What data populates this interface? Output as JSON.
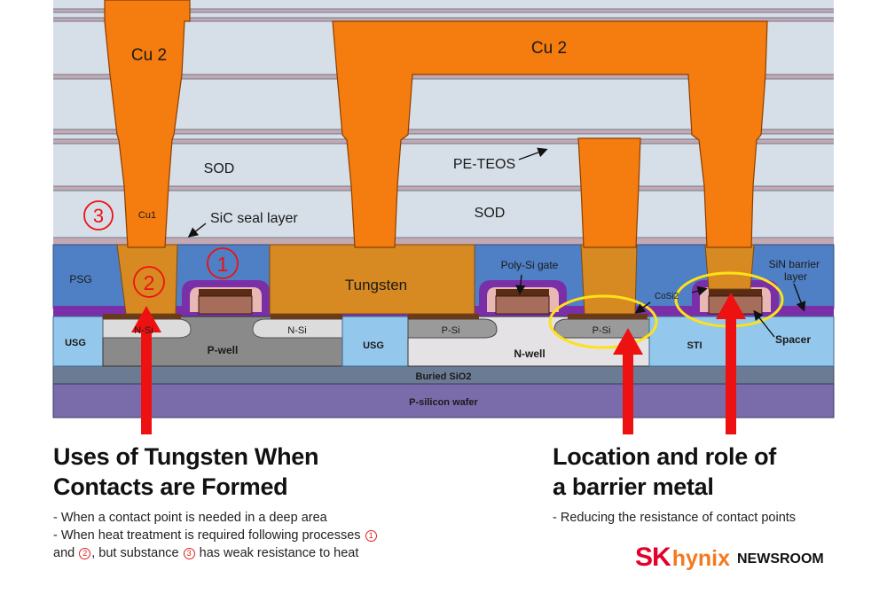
{
  "diagram": {
    "labels": {
      "cu2_left": "Cu 2",
      "cu2_right": "Cu 2",
      "sod_upper": "SOD",
      "sod_lower": "SOD",
      "pe_teos": "PE-TEOS",
      "cu1": "Cu1",
      "sic_seal": "SiC seal layer",
      "psg": "PSG",
      "tungsten": "Tungsten",
      "poly_si_gate": "Poly-Si gate",
      "sin_barrier": "SiN barrier layer",
      "cosi2": "CoSi2",
      "spacer": "Spacer",
      "usg_left": "USG",
      "usg_mid": "USG",
      "sti": "STI",
      "n_si": "N-Si",
      "n_si_left": "N-Si",
      "p_si_left": "P-Si",
      "p_si_right": "P-Si",
      "p_well": "P-well",
      "n_well": "N-well",
      "buried_sio2": "Buried SiO2",
      "p_silicon_wafer": "P-silicon wafer",
      "marker_1": "1",
      "marker_2": "2",
      "marker_3": "3"
    },
    "colors": {
      "copper": "#f57c0f",
      "tungsten": "#d88a22",
      "dielectric": "#d6dfe8",
      "seal_layer": "#c5a9b2",
      "psg": "#4f7fc4",
      "sin_barrier": "#7a2fa8",
      "wafer": "#7a6cab",
      "buried_oxide": "#6c7b94",
      "usg": "#94c7ec",
      "well": "#8a8a8a",
      "highlight_circle": "#ffe11a",
      "arrow": "#ee1111",
      "marker": "#ee1111"
    }
  },
  "left_panel": {
    "heading_line1": "Uses of Tungsten When",
    "heading_line2": "Contacts are Formed",
    "note1": "- When a contact point is needed in a deep area",
    "note2_text": "- When heat treatment is required following processes",
    "note2_marker": "1",
    "note3_and": "and",
    "note3_marker2": "2",
    "note3_mid": ", but substance",
    "note3_marker3": "3",
    "note3_end": "has weak resistance to heat"
  },
  "right_panel": {
    "heading_line1": "Location and role of",
    "heading_line2": "a barrier metal",
    "note1": "- Reducing the resistance of contact points"
  },
  "brand": {
    "sk": "SK",
    "hynix": "hynix",
    "newsroom": "NEWSROOM"
  }
}
